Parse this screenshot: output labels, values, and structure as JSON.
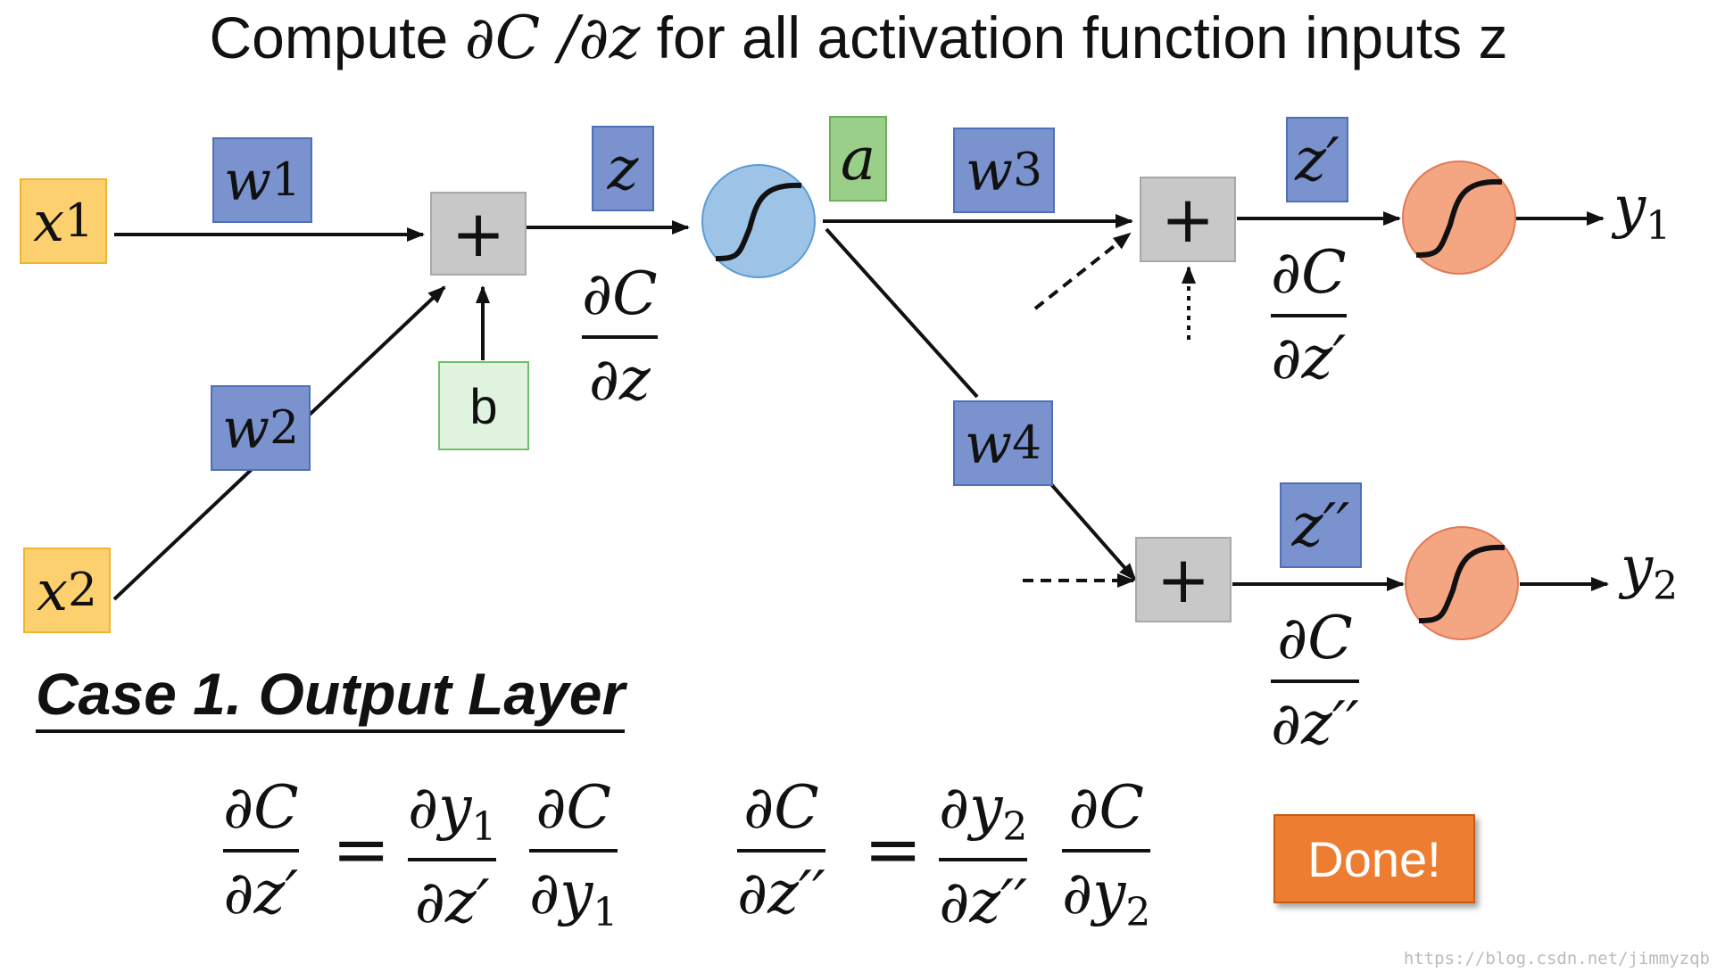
{
  "title": {
    "prefix": "Compute ",
    "math": "∂C /∂z",
    "suffix": " for all activation function inputs z"
  },
  "inputs": {
    "x1": {
      "base": "x",
      "sub": "1"
    },
    "x2": {
      "base": "x",
      "sub": "2"
    }
  },
  "weights": {
    "w1": {
      "base": "w",
      "sub": "1"
    },
    "w2": {
      "base": "w",
      "sub": "2"
    },
    "w3": {
      "base": "w",
      "sub": "3"
    },
    "w4": {
      "base": "w",
      "sub": "4"
    }
  },
  "bias": "b",
  "nodes": {
    "plus_symbol": "+",
    "z": "z",
    "a": "a",
    "z_prime": "z′",
    "z_dprime": "z′′"
  },
  "outputs": {
    "y1": {
      "base": "y",
      "sub": "1"
    },
    "y2": {
      "base": "y",
      "sub": "2"
    }
  },
  "gradients": {
    "dC_dz": {
      "num": "∂C",
      "den": "∂z"
    },
    "dC_dz_prime": {
      "num": "∂C",
      "den": "∂z′"
    },
    "dC_dz_dprime": {
      "num": "∂C",
      "den": "∂z′′"
    }
  },
  "case_heading": "Case 1. Output Layer",
  "equations": {
    "eq1": {
      "lhs": {
        "num": "∂C",
        "den": "∂z′"
      },
      "equals": "=",
      "r1": {
        "num": "∂y",
        "num_sub": "1",
        "den": "∂z′"
      },
      "r2": {
        "num": "∂C",
        "den": "∂y",
        "den_sub": "1"
      }
    },
    "eq2": {
      "lhs": {
        "num": "∂C",
        "den": "∂z′′"
      },
      "equals": "=",
      "r1": {
        "num": "∂y",
        "num_sub": "2",
        "den": "∂z′′"
      },
      "r2": {
        "num": "∂C",
        "den": "∂y",
        "den_sub": "2"
      }
    }
  },
  "done_button": "Done!",
  "watermark": "https://blog.csdn.net/jimmyzqb",
  "colors": {
    "input": "#fcd06f",
    "weight": "#7a93cf",
    "activation_a": "#9acf8a",
    "bias": "#dff3de",
    "sum_node": "#c8c8c8",
    "hidden_neuron": "#9dc3e6",
    "output_neuron": "#f4a582",
    "done": "#ed7d31"
  }
}
